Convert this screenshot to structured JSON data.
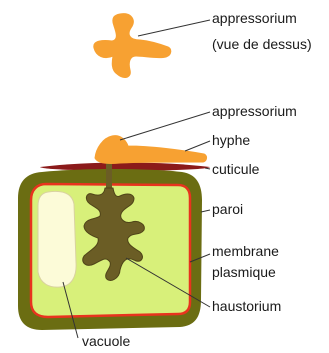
{
  "colors": {
    "appressorium": "#f7a132",
    "cuticle": "#8b1a1a",
    "cell_wall": "#6b6d12",
    "cytoplasm": "#d8f07a",
    "plasma_membrane": "#e8331e",
    "vacuole": "#fcfbd8",
    "haustorium": "#6b5d25",
    "leader_line": "#333333"
  },
  "labels": {
    "appressorium_top_line1": "appressorium",
    "appressorium_top_line2": "(vue de dessus)",
    "appressorium": "appressorium",
    "hyphe": "hyphe",
    "cuticule": "cuticule",
    "paroi": "paroi",
    "membrane_line1": "membrane",
    "membrane_line2": "plasmique",
    "haustorium": "haustorium",
    "vacuole": "vacuole"
  }
}
